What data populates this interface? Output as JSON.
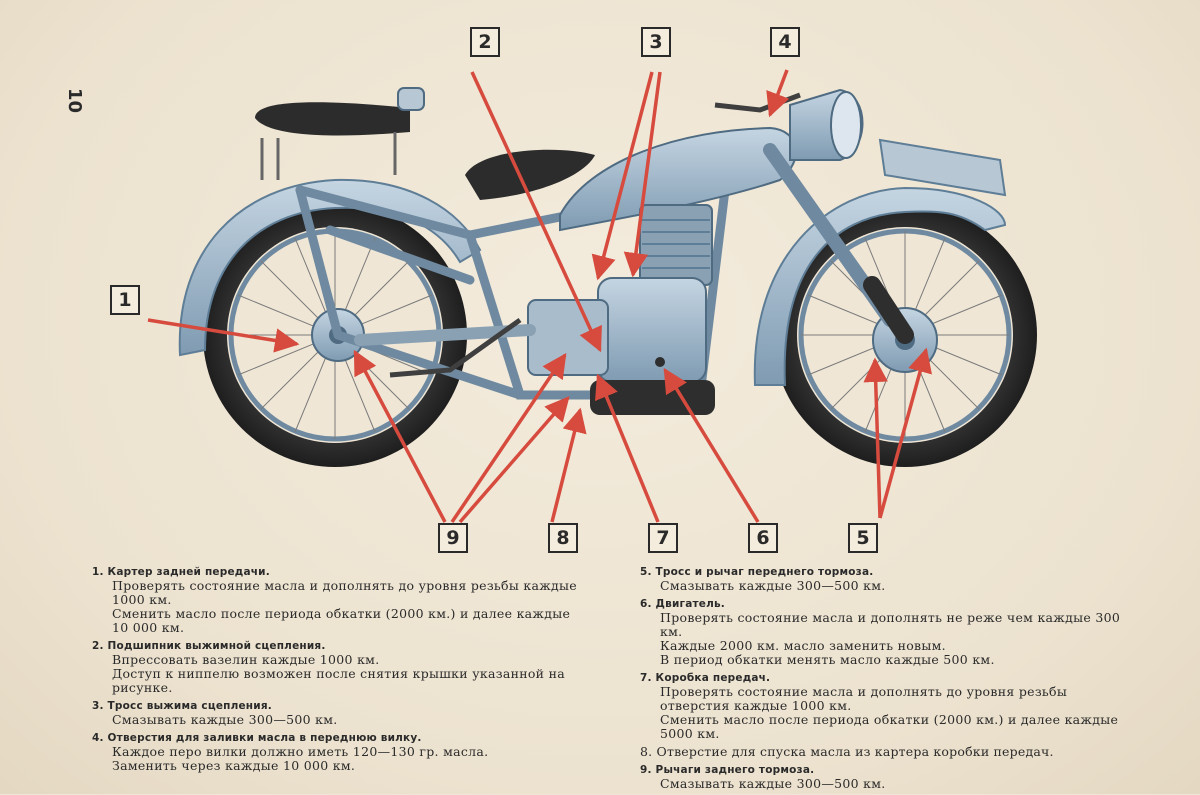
{
  "page_number": "10",
  "callouts": [
    "1",
    "2",
    "3",
    "4",
    "5",
    "6",
    "7",
    "8",
    "9"
  ],
  "legend_left": [
    {
      "head": "1. Картер задней передачи.",
      "lines": [
        "Проверять состояние масла и дополнять до уровня резьбы каждые 1000 км.",
        "Сменить масло после периода обкатки (2000 км.) и далее каждые 10 000 км."
      ]
    },
    {
      "head": "2. Подшипник выжимной сцепления.",
      "lines": [
        "Впрессовать вазелин каждые 1000 км.",
        "Доступ к ниппелю возможен после снятия крышки указанной на рисунке."
      ]
    },
    {
      "head": "3. Тросс выжима сцепления.",
      "lines": [
        "Смазывать каждые 300—500 км."
      ]
    },
    {
      "head": "4. Отверстия для заливки масла в переднюю вилку.",
      "lines": [
        "Каждое перо вилки должно иметь 120—130 гр. масла.",
        "Заменить через каждые 10 000 км."
      ]
    }
  ],
  "legend_right": [
    {
      "head": "5. Тросс и рычаг переднего тормоза.",
      "lines": [
        "Смазывать каждые 300—500 км."
      ]
    },
    {
      "head": "6. Двигатель.",
      "lines": [
        "Проверять состояние масла и дополнять не реже чем каждые 300 км.",
        "Каждые 2000 км. масло заменить новым.",
        "В период обкатки менять масло каждые 500 км."
      ]
    },
    {
      "head": "7. Коробка передач.",
      "lines": [
        "Проверять состояние масла и дополнять до уровня резьбы отверстия каждые 1000 км.",
        "Сменить масло после периода обкатки (2000 км.) и далее каждые 5000 км."
      ]
    },
    {
      "head": "8. Отверстие для спуска масла из картера коробки передач.",
      "lines": []
    },
    {
      "head": "9. Рычаги заднего тормоза.",
      "lines": [
        "Смазывать каждые 300—500 км."
      ]
    }
  ],
  "colors": {
    "bike": "#9fb6c8",
    "bike_dark": "#5e7d96",
    "arrow": "#d64b3e",
    "ink": "#2a2a2a"
  }
}
